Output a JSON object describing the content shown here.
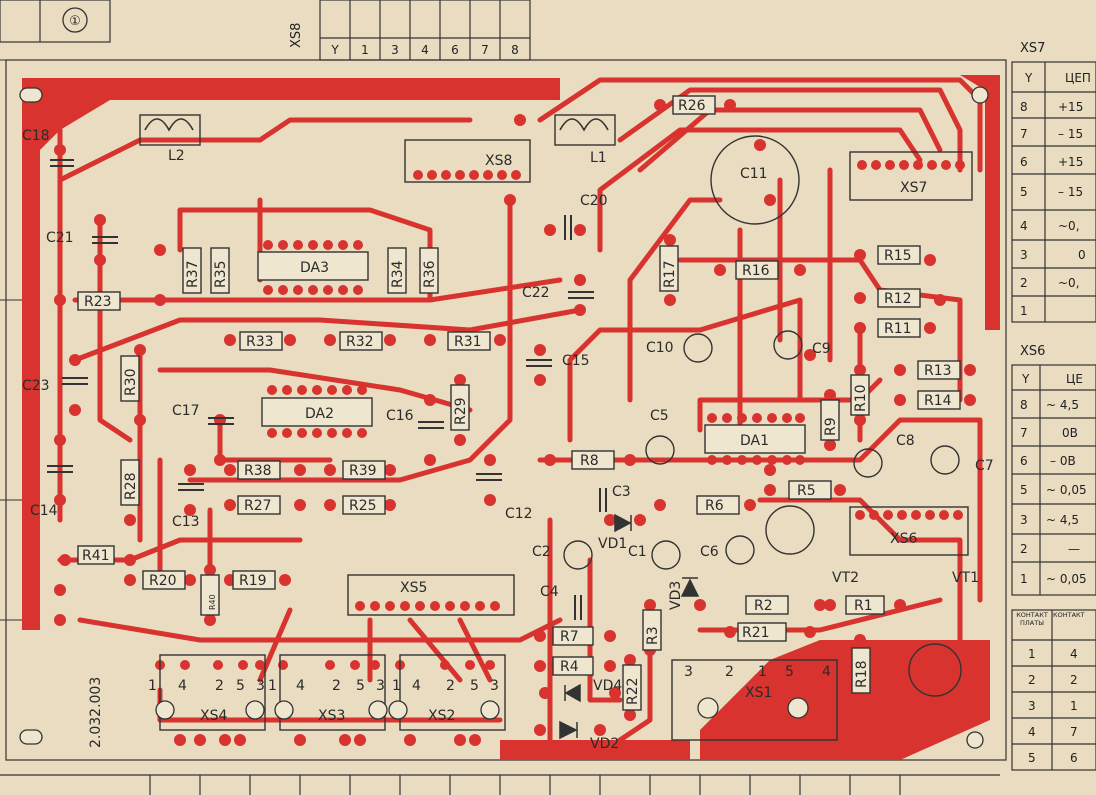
{
  "stamp": {
    "number": "①"
  },
  "doc_number": "2.032.003",
  "xs8_table": {
    "title": "XS8",
    "pins": [
      "1",
      "3",
      "4",
      "6",
      "7",
      "8"
    ]
  },
  "xs7_table": {
    "title": "XS7",
    "header": "ЦЕП",
    "rows": [
      {
        "pin": "8",
        "value": "+15"
      },
      {
        "pin": "7",
        "value": "– 15"
      },
      {
        "pin": "6",
        "value": "+15"
      },
      {
        "pin": "5",
        "value": "– 15"
      },
      {
        "pin": "4",
        "value": "~0,"
      },
      {
        "pin": "3",
        "value": "0"
      },
      {
        "pin": "2",
        "value": "~0,"
      },
      {
        "pin": "1",
        "value": ""
      }
    ]
  },
  "xs6_table": {
    "title": "XS6",
    "header": "ЦЕ",
    "rows": [
      {
        "pin": "8",
        "value": "~ 4,5"
      },
      {
        "pin": "7",
        "value": "0В"
      },
      {
        "pin": "6",
        "value": "– 0В"
      },
      {
        "pin": "5",
        "value": "~ 0,05"
      },
      {
        "pin": "3",
        "value": "~ 4,5"
      },
      {
        "pin": "2",
        "value": "—"
      },
      {
        "pin": "1",
        "value": "~ 0,05"
      }
    ]
  },
  "contact_table": {
    "header_left": "КОНТАКТ ПЛАТЫ",
    "header_right": "КОНТАКТ",
    "rows": [
      {
        "a": "1",
        "b": "4"
      },
      {
        "a": "2",
        "b": "2"
      },
      {
        "a": "3",
        "b": "1"
      },
      {
        "a": "4",
        "b": "7"
      },
      {
        "a": "5",
        "b": "6"
      }
    ]
  },
  "components": {
    "resistors": [
      "R26",
      "R17",
      "R16",
      "R15",
      "R12",
      "R11",
      "R13",
      "R14",
      "R10",
      "R9",
      "R37",
      "R35",
      "R34",
      "R36",
      "R23",
      "R33",
      "R32",
      "R31",
      "R30",
      "R29",
      "R28",
      "R38",
      "R39",
      "R27",
      "R25",
      "R8",
      "R5",
      "R6",
      "R41",
      "R20",
      "R40",
      "R19",
      "R7",
      "R4",
      "R3",
      "R22",
      "R2",
      "R21",
      "R1",
      "R18"
    ],
    "capacitors": [
      "C18",
      "C21",
      "C23",
      "C17",
      "C16",
      "C15",
      "C14",
      "C13",
      "C11",
      "C12",
      "C20",
      "C22",
      "C10",
      "C9",
      "C5",
      "C8",
      "C7",
      "C3",
      "C2",
      "C1",
      "C6",
      "C4"
    ],
    "ics": [
      "DA3",
      "DA2",
      "DA1"
    ],
    "inductors": [
      "L2",
      "L1"
    ],
    "connectors": [
      "XS8",
      "XS7",
      "XS6",
      "XS5",
      "XS4",
      "XS3",
      "XS2",
      "XS1"
    ],
    "transistors": [
      "VT1",
      "VT2"
    ],
    "diodes": [
      "VD1",
      "VD2",
      "VD3",
      "VD4"
    ]
  },
  "xs4_pins": [
    "1",
    "4",
    "2",
    "5",
    "3"
  ],
  "xs3_pins": [
    "1",
    "4",
    "2",
    "5",
    "3"
  ],
  "xs2_pins": [
    "1",
    "4",
    "2",
    "5",
    "3"
  ],
  "xs1_pins": [
    "3",
    "2",
    "1",
    "5",
    "4"
  ],
  "colors": {
    "copper": "#d8332e",
    "paper": "#e9dcc0",
    "ink": "#333333"
  }
}
